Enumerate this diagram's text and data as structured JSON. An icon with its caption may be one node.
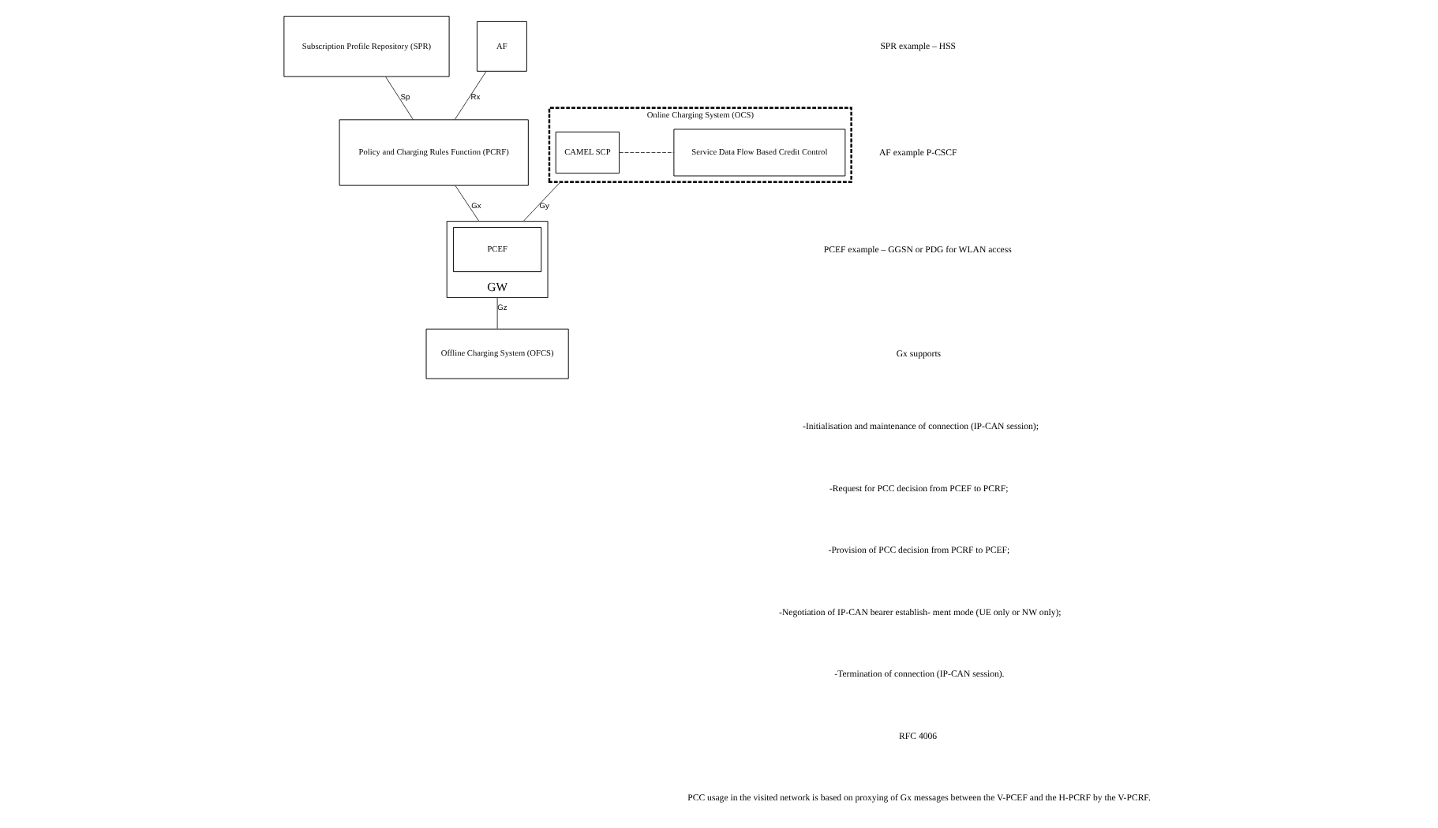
{
  "diagram": {
    "nodes": [
      {
        "text": [
          "Subscription Profile Repository (SPR)"
        ]
      },
      {
        "text": [
          "AF"
        ]
      },
      {
        "text": [
          "Policy and Charging Rules Function (PCRF)"
        ]
      },
      {
        "text": [
          "Online Charging System (OCS)"
        ]
      },
      {
        "text": [
          "CAMEL SCP"
        ],
        "in": 3
      },
      {
        "text": [
          "Service Data Flow Based Credit Control"
        ],
        "in": 3
      },
      {
        "text": [
          "GW"
        ]
      },
      {
        "text": [
          "PCEF"
        ],
        "in": 6
      },
      {
        "text": [
          "Offline Charging System (OFCS)"
        ]
      }
    ],
    "edges": [
      {
        "from": 0,
        "to": 2,
        "arrow": "none",
        "label": "Sp"
      },
      {
        "from": 1,
        "to": 2,
        "arrow": "none",
        "label": "Rx"
      },
      {
        "from": 4,
        "to": 5,
        "arrow": "none",
        "style": "dashed"
      },
      {
        "from": 2,
        "to": 6,
        "arrow": "none",
        "label": "Gx"
      },
      {
        "from": 3,
        "to": 6,
        "arrow": "none",
        "label": "Gy"
      },
      {
        "from": 6,
        "to": 8,
        "arrow": "none",
        "label": "Gz"
      }
    ],
    "labels": [
      "SPR example – HSS",
      "AF example P-CSCF",
      "PCEF example – GGSN or PDG for WLAN access",
      "Gx supports",
      "-Initialisation and maintenance of connection (IP-CAN session);",
      "-Request for PCC decision from PCEF to PCRF;",
      "-Provision of PCC decision from PCRF to PCEF;",
      "-Negotiation of IP-CAN bearer establish- ment mode (UE only or NW only);",
      "-Termination of connection (IP-CAN session).",
      "RFC 4006",
      "PCC usage in the visited network is based on proxying of Gx messages between the V-PCEF and the H-PCRF by the V-PCRF."
    ]
  }
}
